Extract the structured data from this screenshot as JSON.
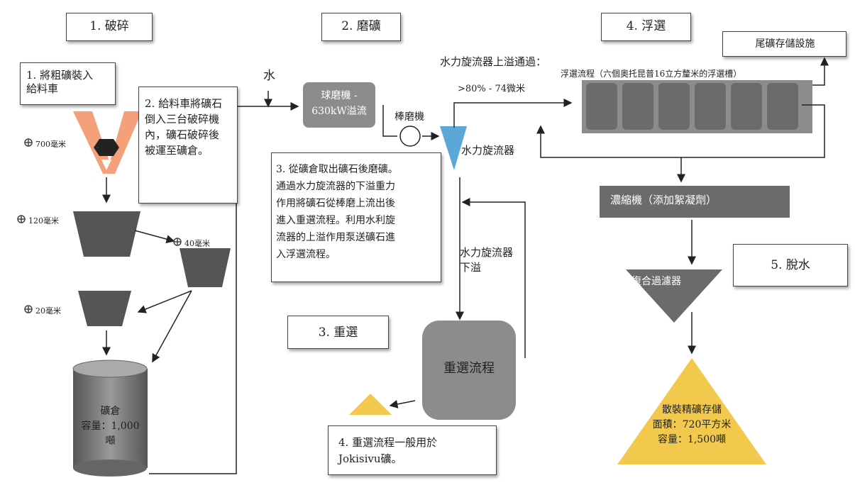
{
  "stages": {
    "crushing": "1. 破碎",
    "grinding": "2. 磨礦",
    "flotation": "4. 浮選",
    "gravity": "3. 重選",
    "dewatering": "5. 脫水"
  },
  "notes": {
    "load_truck": "1. 將粗礦裝入\n給料車",
    "feed_crusher": "2. 給料車將礦石\n倒入三台破碎機\n內，礦石破碎後\n被運至礦倉。",
    "grind_desc": "3. 從礦倉取出礦石後磨礦。\n通過水力旋流器的下溢重力\n作用將礦石從棒磨上流出後\n進入重選流程。利用水利旋\n流器的上溢作用泵送礦石進\n入浮選流程。",
    "gravity_note": "4. 重選流程一般用於\nJokisivu礦。"
  },
  "labels": {
    "water": "水",
    "ball_mill": "球磨機 -\n630kW溢流",
    "rod_mill": "棒磨機",
    "hydrocyclone": "水力旋流器",
    "overflow_pass": "水力旋流器上溢通過：",
    "overflow_pct": ">80% - 74微米",
    "flotation_cells": "浮選流程（六個奧托昆普16立方釐米的浮選槽）",
    "tailings": "尾礦存儲設施",
    "thickener": "濃縮機（添加絮凝劑）",
    "underflow": "水力旋流器\n下溢",
    "gravity_process": "重選流程",
    "filter": "復合過濾器",
    "bulk_storage": "散裝精礦存儲\n面積：720平方米\n容量：1,500噸",
    "silo": "礦倉\n容量：1,000\n噸",
    "size_700": "700毫米",
    "size_120": "120毫米",
    "size_40": "40毫米",
    "size_20": "20毫米"
  },
  "colors": {
    "crusher_orange": "#F4A07A",
    "equipment_gray": "#6b6b6b",
    "light_gray": "#8c8c8c",
    "concentrate_yellow": "#F2C94C",
    "cyclone_blue": "#5aa7d8"
  }
}
